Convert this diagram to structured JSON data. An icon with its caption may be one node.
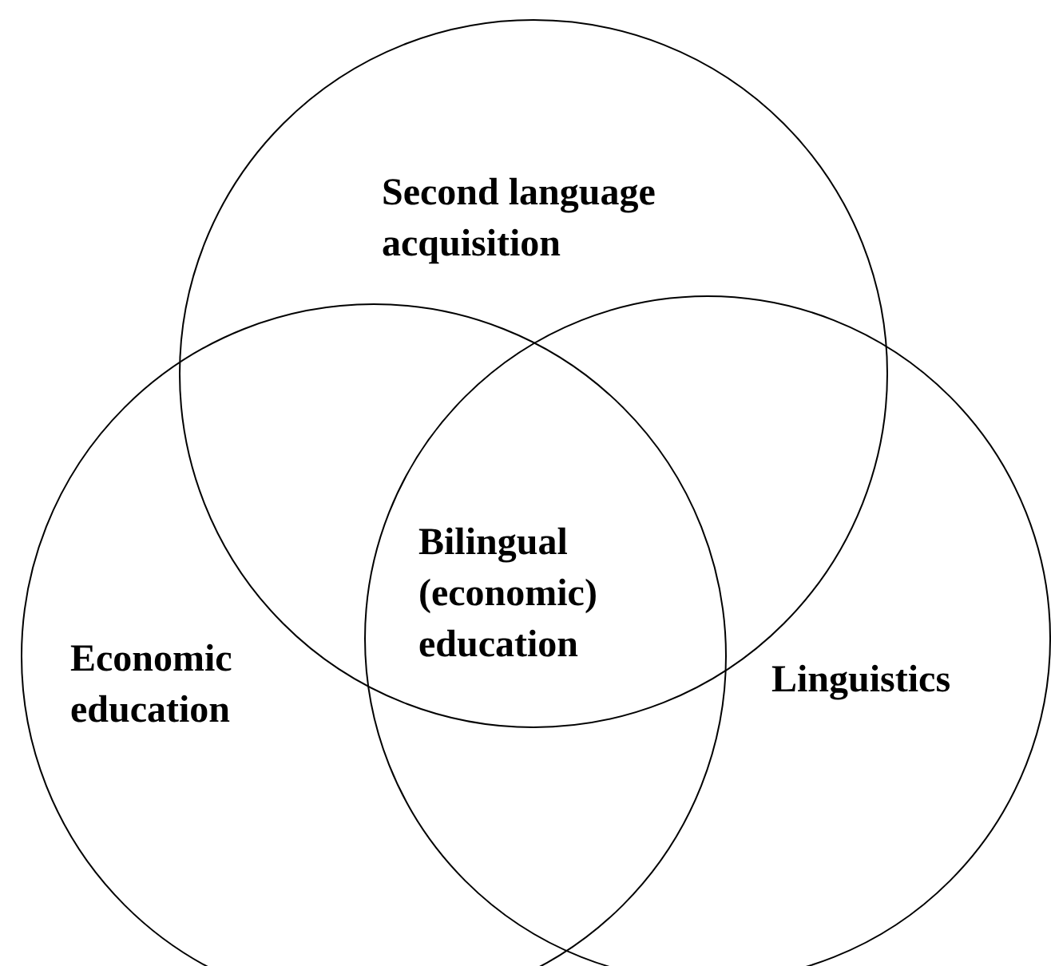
{
  "diagram": {
    "nodes": [
      {
        "text": [
          "Second language acquisition"
        ]
      },
      {
        "text": [
          "Economic education"
        ]
      },
      {
        "text": [
          "Linguistics"
        ]
      }
    ],
    "labels": [
      "Bilingual (economic) education"
    ]
  }
}
